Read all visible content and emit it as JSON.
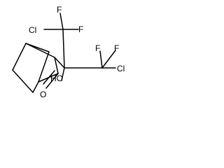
{
  "molecule": {
    "atoms": {
      "f_top_left": "F",
      "f_top_right": "F",
      "cl_top": "Cl",
      "f_mid_left": "F",
      "f_mid_right": "F",
      "cl_right": "Cl",
      "hydroxyl": "HO",
      "ketone_oxygen": "O"
    }
  },
  "colors": {
    "line": "#000000",
    "background": "#ffffff"
  }
}
